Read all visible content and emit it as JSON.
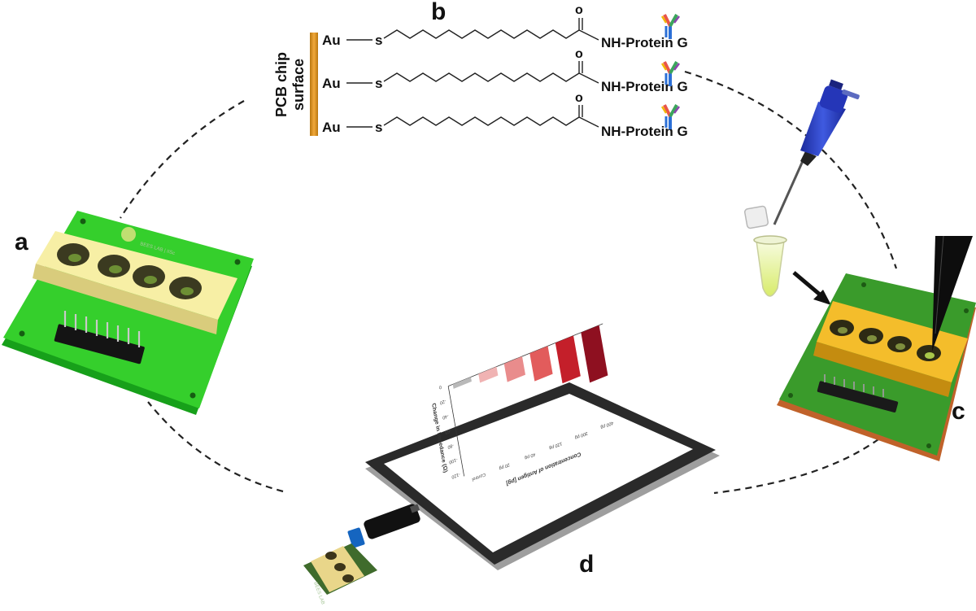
{
  "labels": {
    "panel_a": "a",
    "panel_b": "b",
    "panel_c": "c",
    "panel_d": "d"
  },
  "chemistry": {
    "surface_label_line1": "PCB chip",
    "surface_label_line2": "surface",
    "rows": [
      {
        "au": "Au",
        "s": "s",
        "o": "o",
        "nh": "NH-Protein G"
      },
      {
        "au": "Au",
        "s": "s",
        "o": "o",
        "nh": "NH-Protein G"
      },
      {
        "au": "Au",
        "s": "s",
        "o": "o",
        "nh": "NH-Protein G"
      }
    ]
  },
  "chip_a": {
    "logo_text": "BEES LAB | IISc"
  },
  "chip_d": {
    "logo_text": "BEES LAB"
  },
  "tablet_chart": {
    "ylabel": "Change in Impedance (Ω)",
    "xlabel": "Concentration of Antigen [pg]",
    "yticks": [
      "0",
      "-20",
      "-40",
      "-60",
      "-80",
      "-100",
      "-120"
    ],
    "categories": [
      "Control",
      "20 pg",
      "40 pg",
      "120 pg",
      "300 pg",
      "400 pg"
    ],
    "colors": [
      "#b9b9b9",
      "#f0b3b3",
      "#e98c8c",
      "#e25c5c",
      "#c41f2a",
      "#8e1020"
    ],
    "values": [
      -6,
      -12,
      -25,
      -38,
      -55,
      -68
    ]
  }
}
